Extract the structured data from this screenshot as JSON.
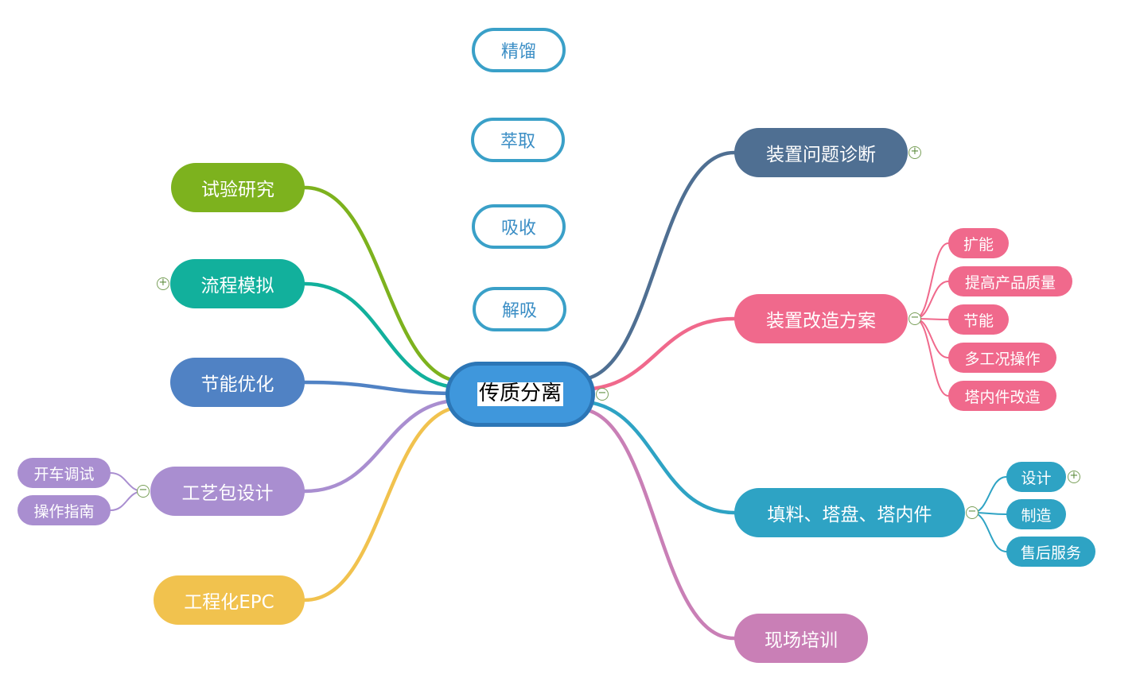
{
  "center": {
    "label": "传质分离",
    "fill": "#3f97dc",
    "border": "#2c76b6",
    "toggle": "collapse"
  },
  "process_nodes": [
    {
      "key": "jingliu",
      "label": "精馏"
    },
    {
      "key": "cuiqu",
      "label": "萃取"
    },
    {
      "key": "xishou",
      "label": "吸收"
    },
    {
      "key": "jiexi",
      "label": "解吸"
    }
  ],
  "left_branches": [
    {
      "key": "shiyan",
      "label": "试验研究",
      "color": "#7db21e"
    },
    {
      "key": "liucheng",
      "label": "流程模拟",
      "color": "#12b09c",
      "toggle": "expand"
    },
    {
      "key": "jieneng",
      "label": "节能优化",
      "color": "#5082c4"
    },
    {
      "key": "gongyibao",
      "label": "工艺包设计",
      "color": "#a98ed0",
      "toggle": "collapse",
      "children": [
        {
          "key": "kaiche",
          "label": "开车调试"
        },
        {
          "key": "caozuo",
          "label": "操作指南"
        }
      ]
    },
    {
      "key": "epc",
      "label": "工程化EPC",
      "color": "#f1c24e"
    }
  ],
  "right_branches": [
    {
      "key": "wenti",
      "label": "装置问题诊断",
      "color": "#4f6f92",
      "toggle": "expand"
    },
    {
      "key": "gaizao",
      "label": "装置改造方案",
      "color": "#f0698c",
      "toggle": "collapse",
      "children": [
        {
          "key": "kuoneng",
          "label": "扩能"
        },
        {
          "key": "tigao",
          "label": "提高产品质量"
        },
        {
          "key": "jieneng2",
          "label": "节能"
        },
        {
          "key": "duogongkuang",
          "label": "多工况操作"
        },
        {
          "key": "taneijian",
          "label": "塔内件改造"
        }
      ]
    },
    {
      "key": "tianliao",
      "label": "填料、塔盘、塔内件",
      "color": "#2ea3c4",
      "toggle": "collapse",
      "children": [
        {
          "key": "sheji",
          "label": "设计",
          "toggle": "expand"
        },
        {
          "key": "zhizao",
          "label": "制造"
        },
        {
          "key": "shouhou",
          "label": "售后服务"
        }
      ]
    },
    {
      "key": "peixun",
      "label": "现场培训",
      "color": "#c97fb6"
    }
  ]
}
